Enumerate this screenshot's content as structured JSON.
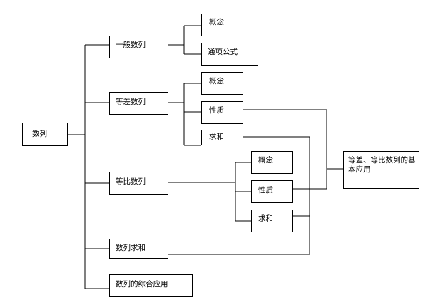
{
  "diagram": {
    "root": {
      "label": "数列"
    },
    "general": {
      "label": "一般数列",
      "children": {
        "concept": "概念",
        "formula": "通项公式"
      }
    },
    "arithmetic": {
      "label": "等差数列",
      "children": {
        "concept": "概念",
        "property": "性质",
        "sum": "求和"
      }
    },
    "geometric": {
      "label": "等比数列",
      "children": {
        "concept": "概念",
        "property": "性质",
        "sum": "求和"
      }
    },
    "seq_sum": {
      "label": "数列求和"
    },
    "seq_app": {
      "label": "数列的综合应用"
    },
    "application": {
      "label": "等差、等比数列的基本应用"
    }
  },
  "colors": {
    "line": "#000000",
    "box_border": "#000000",
    "background": "#ffffff",
    "text": "#000000"
  }
}
